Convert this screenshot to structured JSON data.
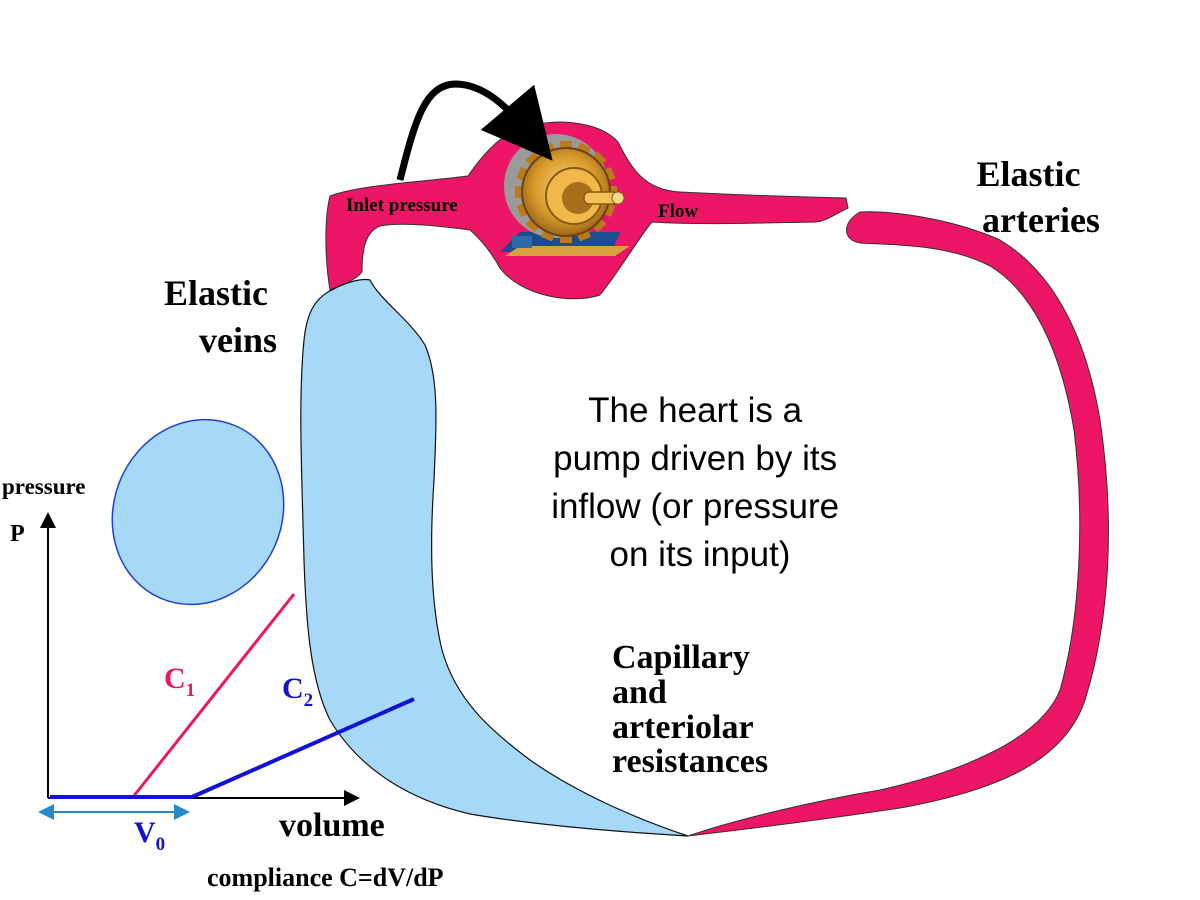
{
  "colors": {
    "arteries": "#ec1566",
    "veins": "#a6d8f7",
    "vein_outline": "#111111",
    "bubble_outline": "#1f3fd4",
    "c1_line": "#ec1566",
    "c2_line": "#1212d6",
    "v0_arrow": "#2a8ac6",
    "axis": "#000000",
    "text": "#000000"
  },
  "labels": {
    "elastic_arteries": [
      "Elastic",
      "arteries"
    ],
    "elastic_veins": [
      "Elastic",
      "veins"
    ],
    "inlet_pressure": "Inlet pressure",
    "flow": "Flow",
    "heart_text": [
      "The heart is a",
      "pump driven by its",
      "inflow (or pressure",
      "on its input)"
    ],
    "capillary": [
      "Capillary",
      "and",
      "arteriolar",
      "resistances"
    ]
  },
  "graph": {
    "y_axis_word": "pressure",
    "y_axis_symbol": "P",
    "x_axis_label": "volume",
    "c1": {
      "letter": "C",
      "sub": "1"
    },
    "c2": {
      "letter": "C",
      "sub": "2"
    },
    "v0": {
      "letter": "V",
      "sub": "0"
    },
    "compliance": "compliance C=dV/dP"
  },
  "icons": {
    "pump": "gear-motor-icon",
    "drive_arrow": "curved-arrow-icon"
  }
}
